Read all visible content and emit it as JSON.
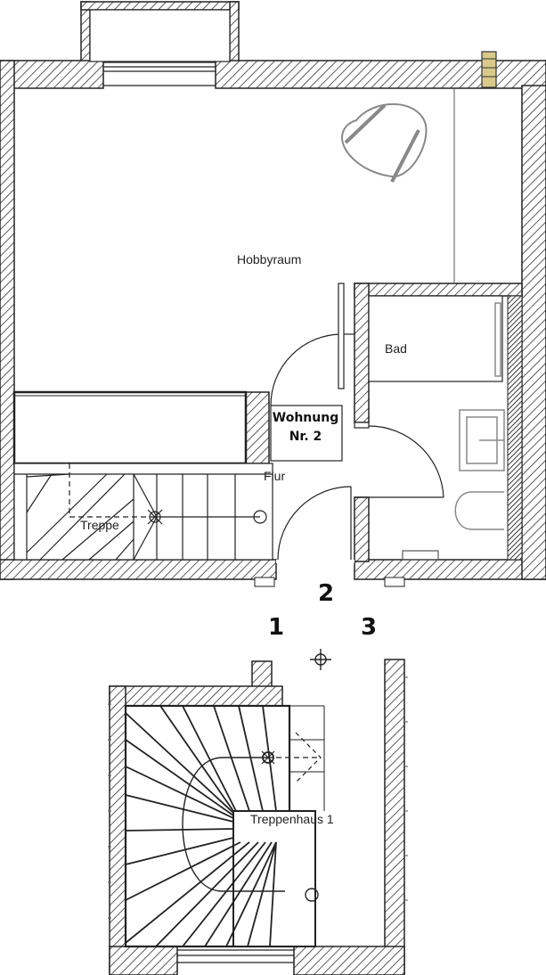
{
  "rooms": {
    "hobbyraum": "Hobbyraum",
    "bad": "Bad",
    "flur": "Flur",
    "treppe": "Treppe",
    "treppenhaus": "Treppenhaus 1"
  },
  "unit_sign": {
    "line1": "Wohnung",
    "line2": "Nr. 2"
  },
  "markers": {
    "m1": "1",
    "m2": "2",
    "m3": "3"
  },
  "colors": {
    "wall_hatch": "#333333",
    "line": "#222222",
    "fixture": "#888888",
    "background": "#ffffff"
  }
}
